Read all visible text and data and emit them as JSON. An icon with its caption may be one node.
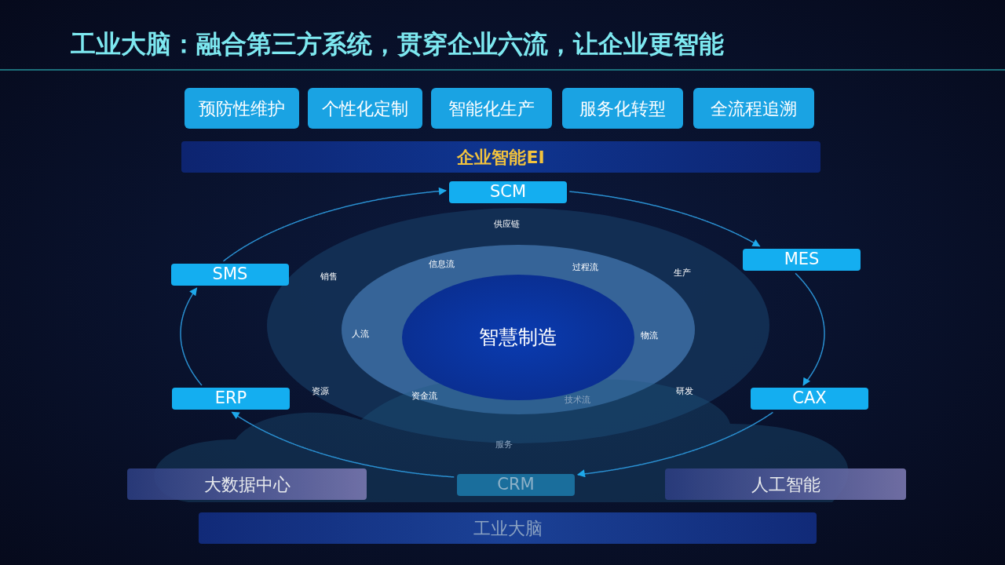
{
  "diagram": {
    "title": "工业大脑：融合第三方系统，贯穿企业六流，让企业更智能",
    "nodes": [
      {
        "text": [
          "预防性维护"
        ]
      },
      {
        "text": [
          "个性化定制"
        ]
      },
      {
        "text": [
          "智能化生产"
        ]
      },
      {
        "text": [
          "服务化转型"
        ]
      },
      {
        "text": [
          "全流程追溯"
        ]
      },
      {
        "text": [
          "企业智能EI"
        ]
      },
      {
        "text": [
          "SCM"
        ]
      },
      {
        "text": [
          "MES"
        ]
      },
      {
        "text": [
          "CAX"
        ]
      },
      {
        "text": [
          "CRM"
        ]
      },
      {
        "text": [
          "ERP"
        ]
      },
      {
        "text": [
          "SMS"
        ]
      },
      {
        "text": [
          "智慧制造"
        ]
      },
      {
        "text": [
          "大数据中心"
        ]
      },
      {
        "text": [
          "人工智能"
        ]
      },
      {
        "text": [
          "工业大脑"
        ]
      }
    ],
    "edges": [
      {
        "from": 11,
        "to": 6,
        "arrow": "to"
      },
      {
        "from": 6,
        "to": 7,
        "arrow": "to"
      },
      {
        "from": 7,
        "to": 8,
        "arrow": "to"
      },
      {
        "from": 8,
        "to": 9,
        "arrow": "to"
      },
      {
        "from": 9,
        "to": 10,
        "arrow": "to"
      },
      {
        "from": 10,
        "to": 11,
        "arrow": "to"
      }
    ],
    "labels": [
      "供应链",
      "销售",
      "信息流",
      "过程流",
      "生产",
      "人流",
      "物流",
      "资源",
      "资金流",
      "技术流",
      "研发",
      "服务"
    ]
  }
}
